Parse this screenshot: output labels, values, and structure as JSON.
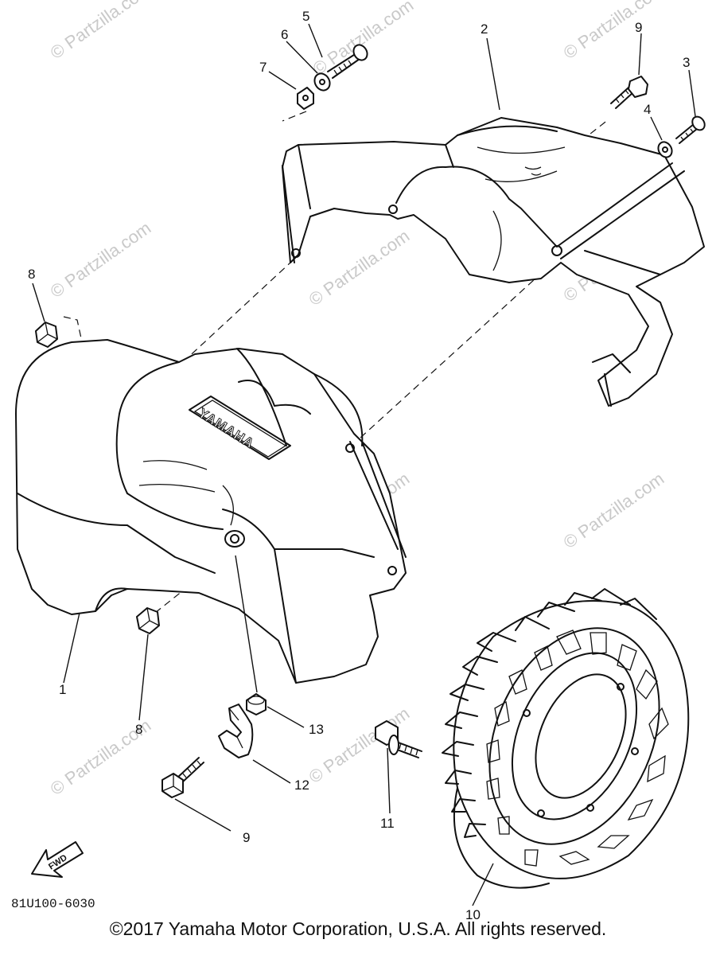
{
  "watermark": "© Partzilla.com",
  "callouts": {
    "c1": "1",
    "c2": "2",
    "c3": "3",
    "c4": "4",
    "c5": "5",
    "c6": "6",
    "c7": "7",
    "c8a": "8",
    "c8b": "8",
    "c9a": "9",
    "c9b": "9",
    "c10": "10",
    "c11": "11",
    "c12": "12",
    "c13": "13"
  },
  "brand_plate": "YAMAHA",
  "fwd_label": "FWD",
  "part_code": "81U100-6030",
  "copyright": "©2017  Yamaha Motor Corporation, U.S.A. All rights reserved."
}
